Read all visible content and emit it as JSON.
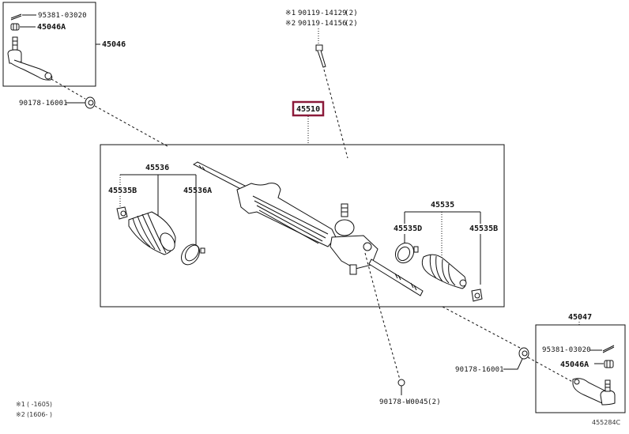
{
  "diagram": {
    "title_part": "45510",
    "highlight_color": "#8b1a3a",
    "drawing_code": "455284C",
    "notes": [
      {
        "mark": "※1",
        "text": "(      -1605)"
      },
      {
        "mark": "※2",
        "text": "(1606-      )"
      }
    ],
    "left_tie_rod_end": {
      "assembly": "45046",
      "cotter_pin": "95381-03020",
      "nut": "45046A",
      "lock_nut": "90178-16001"
    },
    "right_tie_rod_end": {
      "assembly": "45047",
      "cotter_pin": "95381-03020",
      "nut": "45046A",
      "lock_nut": "90178-16001"
    },
    "mount_bolts": [
      {
        "mark": "※1",
        "part": "90119-14129",
        "qty": "(2)"
      },
      {
        "mark": "※2",
        "part": "90119-14156",
        "qty": "(2)"
      }
    ],
    "mount_nut": {
      "part": "90178-W0045",
      "qty": "(2)"
    },
    "left_boot_set": {
      "assembly": "45536",
      "clip": "45535B",
      "clamp": "45536A"
    },
    "right_boot_set": {
      "assembly": "45535",
      "clamp": "45535D",
      "clip": "45535B"
    }
  }
}
